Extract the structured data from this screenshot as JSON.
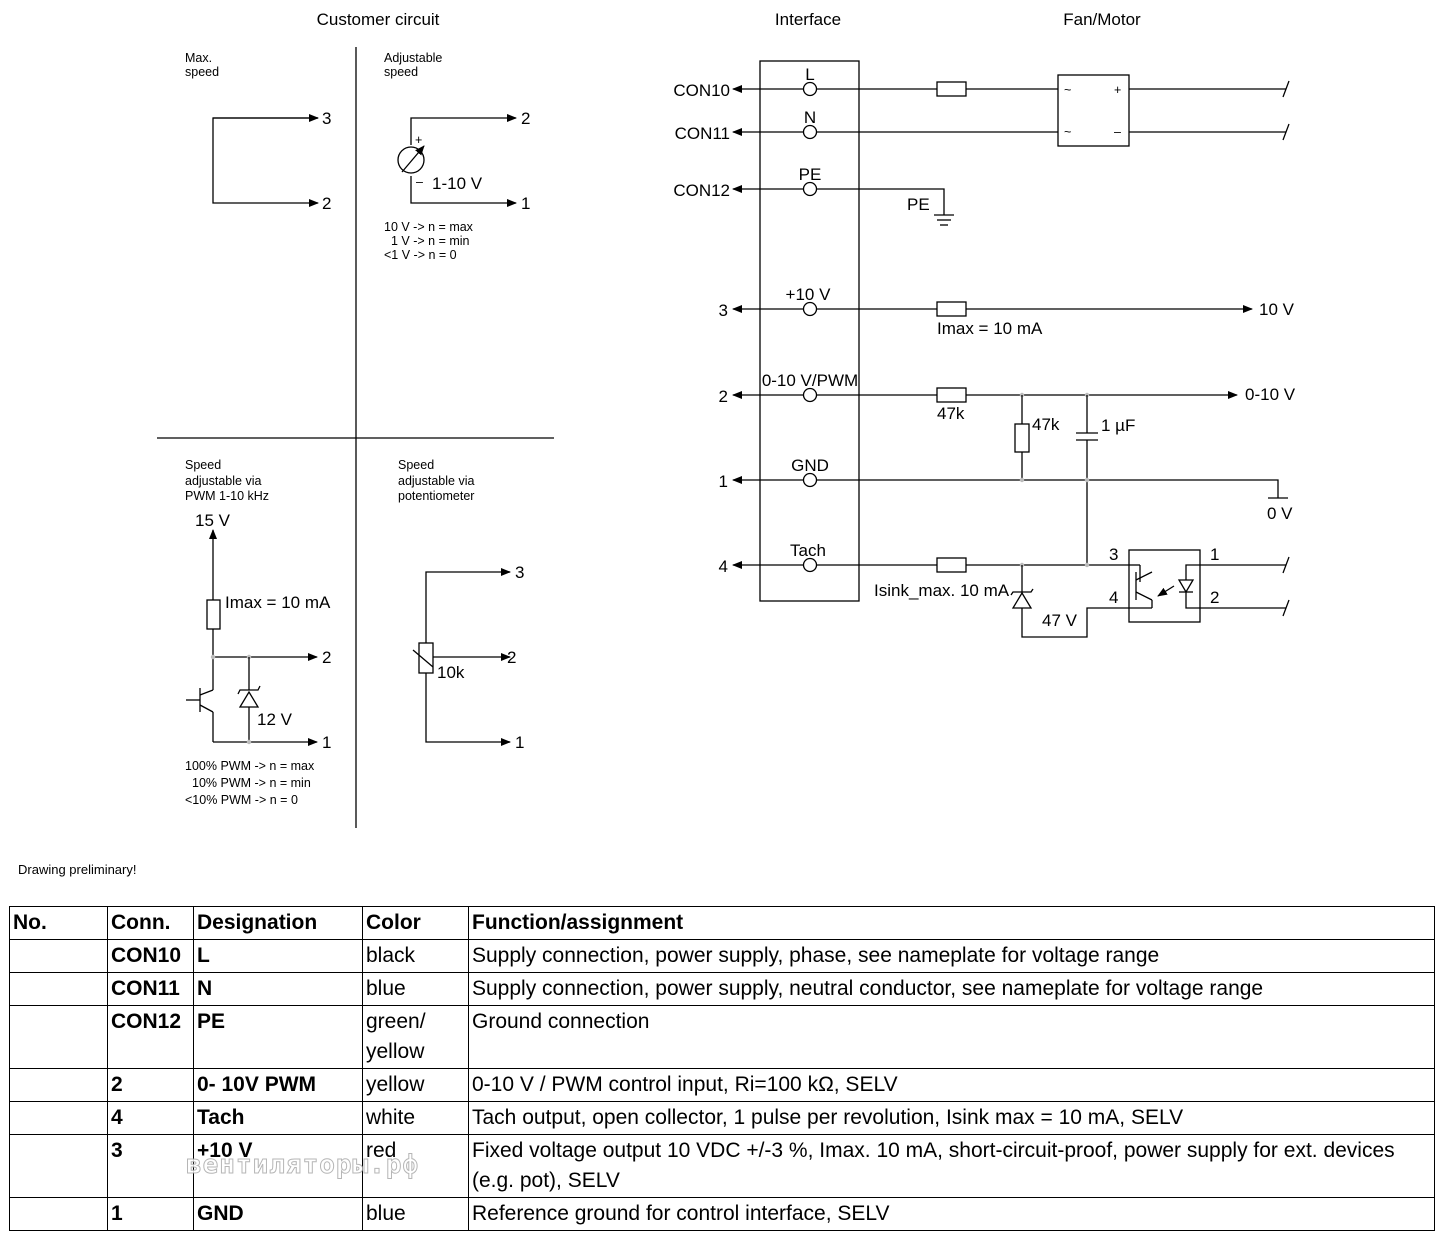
{
  "headings": {
    "customer_circuit": "Customer circuit",
    "interface": "Interface",
    "fan_motor": "Fan/Motor"
  },
  "quadrants": {
    "max_speed": {
      "label_1": "Max.",
      "label_2": "speed",
      "pin_top": "3",
      "pin_bottom": "2"
    },
    "adjustable_speed": {
      "label_1": "Adjustable",
      "label_2": "speed",
      "plus": "+",
      "minus": "–",
      "voltage": "1-10 V",
      "pin_top": "2",
      "pin_bottom": "1",
      "note_1": "10 V -> n = max",
      "note_2": "1 V -> n = min",
      "note_3": "<1 V -> n = 0"
    },
    "pwm": {
      "label_1": "Speed",
      "label_2": "adjustable via",
      "label_3": "PWM 1-10 kHz",
      "supply": "15 V",
      "imax": "Imax = 10 mA",
      "zener": "12 V",
      "pin_top": "2",
      "pin_bottom": "1",
      "note_1": "100% PWM -> n = max",
      "note_2": "10% PWM -> n = min",
      "note_3": "<10% PWM -> n = 0"
    },
    "potentiometer": {
      "label_1": "Speed",
      "label_2": "adjustable via",
      "label_3": "potentiometer",
      "value": "10k",
      "pin_top": "3",
      "pin_mid": "2",
      "pin_bottom": "1"
    }
  },
  "interface": {
    "terminals": [
      {
        "ext": "CON10",
        "name": "L"
      },
      {
        "ext": "CON11",
        "name": "N"
      },
      {
        "ext": "CON12",
        "name": "PE"
      },
      {
        "ext": "3",
        "name": "+10 V"
      },
      {
        "ext": "2",
        "name": "0-10 V/PWM"
      },
      {
        "ext": "1",
        "name": "GND"
      },
      {
        "ext": "4",
        "name": "Tach"
      }
    ],
    "pe_ground": "PE",
    "imax": "Imax = 10 mA",
    "out_10v": "10 V",
    "r_series": "47k",
    "r_shunt": "47k",
    "cap": "1 µF",
    "out_0_10v": "0-10 V",
    "gnd_ref": "0 V",
    "isink": "Isink_max. 10 mA",
    "zener": "47 V",
    "opto_pins": {
      "p1": "1",
      "p2": "2",
      "p3": "3",
      "p4": "4"
    },
    "rect_ac_1": "~",
    "rect_ac_2": "~",
    "rect_plus": "+",
    "rect_minus": "–"
  },
  "note": "Drawing preliminary!",
  "table": {
    "headers": [
      "No.",
      "Conn.",
      "Designation",
      "Color",
      "Function/assignment"
    ],
    "rows": [
      {
        "no": "",
        "conn": "CON10",
        "designation": "L",
        "color": "black",
        "function": "Supply connection, power supply, phase, see nameplate for voltage range"
      },
      {
        "no": "",
        "conn": "CON11",
        "designation": "N",
        "color": "blue",
        "function": "Supply connection, power supply, neutral conductor, see nameplate for voltage range"
      },
      {
        "no": "",
        "conn": "CON12",
        "designation": "PE",
        "color": "green/ yellow",
        "function": "Ground connection"
      },
      {
        "no": "",
        "conn": "2",
        "designation": "0- 10V PWM",
        "color": "yellow",
        "function": "0-10 V / PWM control input, Ri=100 kΩ, SELV"
      },
      {
        "no": "",
        "conn": "4",
        "designation": "Tach",
        "color": "white",
        "function": "Tach output, open collector, 1 pulse per revolution, Isink max = 10 mA, SELV"
      },
      {
        "no": "",
        "conn": "3",
        "designation": "+10 V",
        "color": "red",
        "function": "Fixed voltage output 10 VDC +/-3 %, Imax. 10 mA, short-circuit-proof, power supply for ext. devices (e.g. pot), SELV"
      },
      {
        "no": "",
        "conn": "1",
        "designation": "GND",
        "color": "blue",
        "function": "Reference ground for control interface, SELV"
      }
    ]
  },
  "watermark": "вентиляторы.рф"
}
